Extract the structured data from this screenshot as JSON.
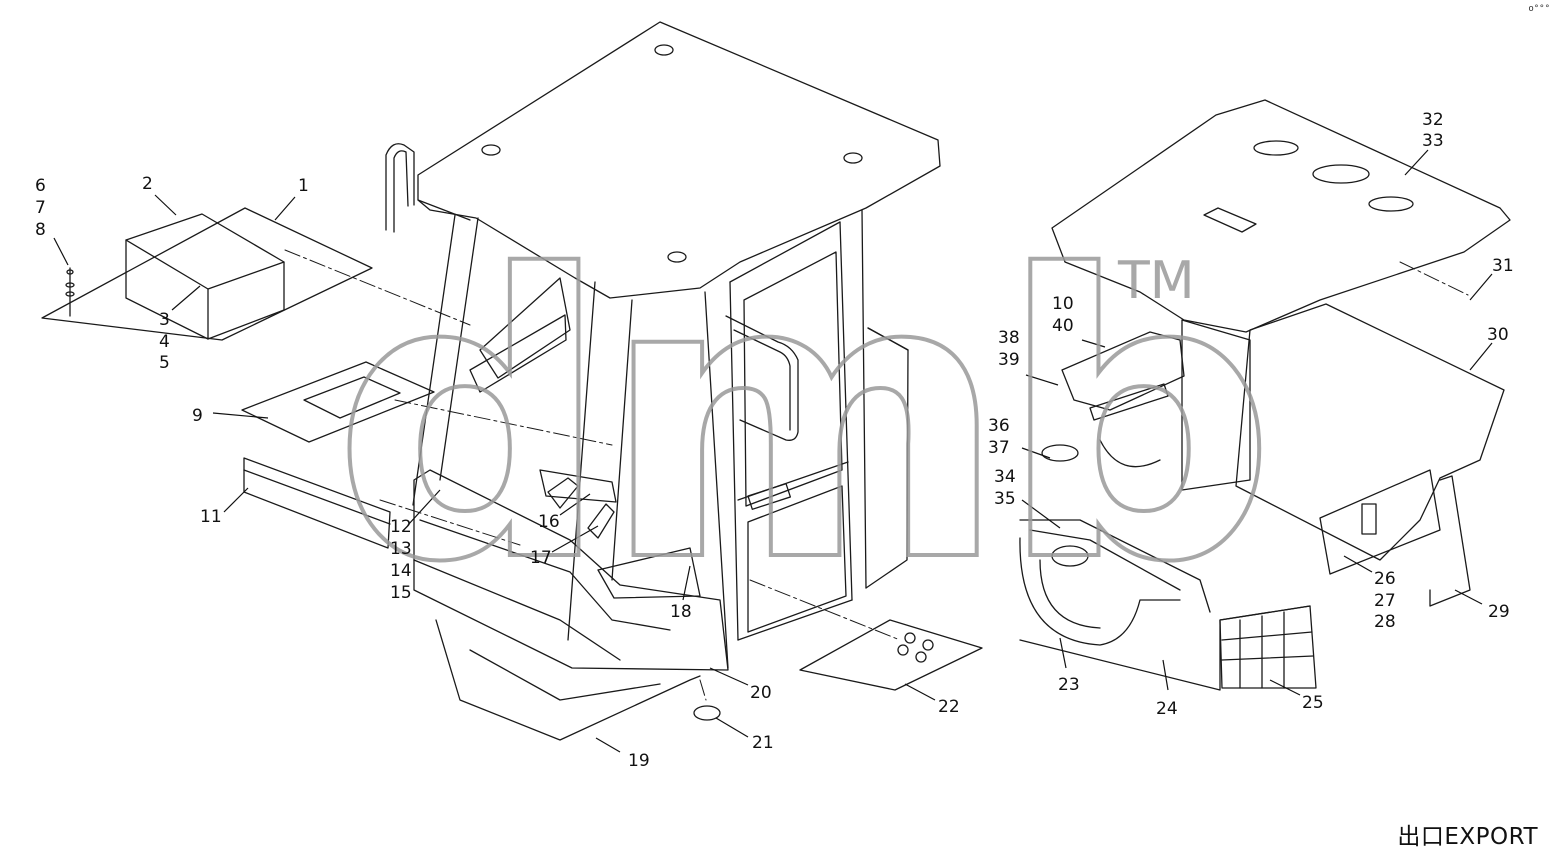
{
  "colors": {
    "line": "#1a1a1a",
    "watermark": "#9a9a9a",
    "background": "#ffffff"
  },
  "watermark": {
    "text": "dmb",
    "trademark": "TM"
  },
  "corner_mark": "o°°°",
  "footer": {
    "label": "出口EXPORT"
  },
  "callouts": [
    {
      "id": "c6",
      "text": "6"
    },
    {
      "id": "c7",
      "text": "7"
    },
    {
      "id": "c8",
      "text": "8"
    },
    {
      "id": "c2",
      "text": "2"
    },
    {
      "id": "c1",
      "text": "1"
    },
    {
      "id": "c3",
      "text": "3"
    },
    {
      "id": "c4",
      "text": "4"
    },
    {
      "id": "c5",
      "text": "5"
    },
    {
      "id": "c9",
      "text": "9"
    },
    {
      "id": "c11",
      "text": "11"
    },
    {
      "id": "c12",
      "text": "12"
    },
    {
      "id": "c13",
      "text": "13"
    },
    {
      "id": "c14",
      "text": "14"
    },
    {
      "id": "c15",
      "text": "15"
    },
    {
      "id": "c16",
      "text": "16"
    },
    {
      "id": "c17",
      "text": "17"
    },
    {
      "id": "c18",
      "text": "18"
    },
    {
      "id": "c19",
      "text": "19"
    },
    {
      "id": "c20",
      "text": "20"
    },
    {
      "id": "c21",
      "text": "21"
    },
    {
      "id": "c22",
      "text": "22"
    },
    {
      "id": "c10",
      "text": "10"
    },
    {
      "id": "c40",
      "text": "40"
    },
    {
      "id": "c38",
      "text": "38"
    },
    {
      "id": "c39",
      "text": "39"
    },
    {
      "id": "c36",
      "text": "36"
    },
    {
      "id": "c37",
      "text": "37"
    },
    {
      "id": "c34",
      "text": "34"
    },
    {
      "id": "c35",
      "text": "35"
    },
    {
      "id": "c23",
      "text": "23"
    },
    {
      "id": "c24",
      "text": "24"
    },
    {
      "id": "c25",
      "text": "25"
    },
    {
      "id": "c26",
      "text": "26"
    },
    {
      "id": "c27",
      "text": "27"
    },
    {
      "id": "c28",
      "text": "28"
    },
    {
      "id": "c29",
      "text": "29"
    },
    {
      "id": "c30",
      "text": "30"
    },
    {
      "id": "c31",
      "text": "31"
    },
    {
      "id": "c32",
      "text": "32"
    },
    {
      "id": "c33",
      "text": "33"
    }
  ]
}
